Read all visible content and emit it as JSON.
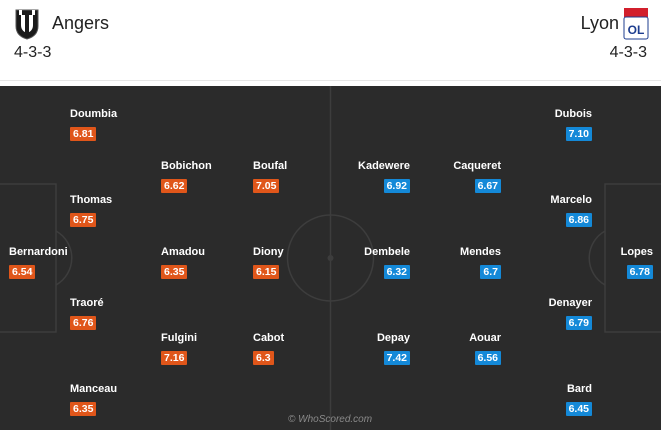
{
  "home": {
    "name": "Angers",
    "formation": "4-3-3",
    "logo_icon": "angers-crest-icon",
    "color": "#e0561a",
    "players": [
      {
        "name": "Doumbia",
        "rating": "6.81"
      },
      {
        "name": "Bobichon",
        "rating": "6.62"
      },
      {
        "name": "Boufal",
        "rating": "7.05"
      },
      {
        "name": "Thomas",
        "rating": "6.75"
      },
      {
        "name": "Bernardoni",
        "rating": "6.54"
      },
      {
        "name": "Amadou",
        "rating": "6.35"
      },
      {
        "name": "Diony",
        "rating": "6.15"
      },
      {
        "name": "Traoré",
        "rating": "6.76"
      },
      {
        "name": "Fulgini",
        "rating": "7.16"
      },
      {
        "name": "Cabot",
        "rating": "6.3"
      },
      {
        "name": "Manceau",
        "rating": "6.35"
      }
    ]
  },
  "away": {
    "name": "Lyon",
    "formation": "4-3-3",
    "logo_icon": "lyon-crest-icon",
    "color": "#1489d8",
    "players": [
      {
        "name": "Dubois",
        "rating": "7.10"
      },
      {
        "name": "Kadewere",
        "rating": "6.92"
      },
      {
        "name": "Caqueret",
        "rating": "6.67"
      },
      {
        "name": "Marcelo",
        "rating": "6.86"
      },
      {
        "name": "Dembele",
        "rating": "6.32"
      },
      {
        "name": "Mendes",
        "rating": "6.7"
      },
      {
        "name": "Lopes",
        "rating": "6.78"
      },
      {
        "name": "Denayer",
        "rating": "6.79"
      },
      {
        "name": "Depay",
        "rating": "7.42"
      },
      {
        "name": "Aouar",
        "rating": "6.56"
      },
      {
        "name": "Bard",
        "rating": "6.45"
      }
    ]
  },
  "watermark": "© WhoScored.com"
}
